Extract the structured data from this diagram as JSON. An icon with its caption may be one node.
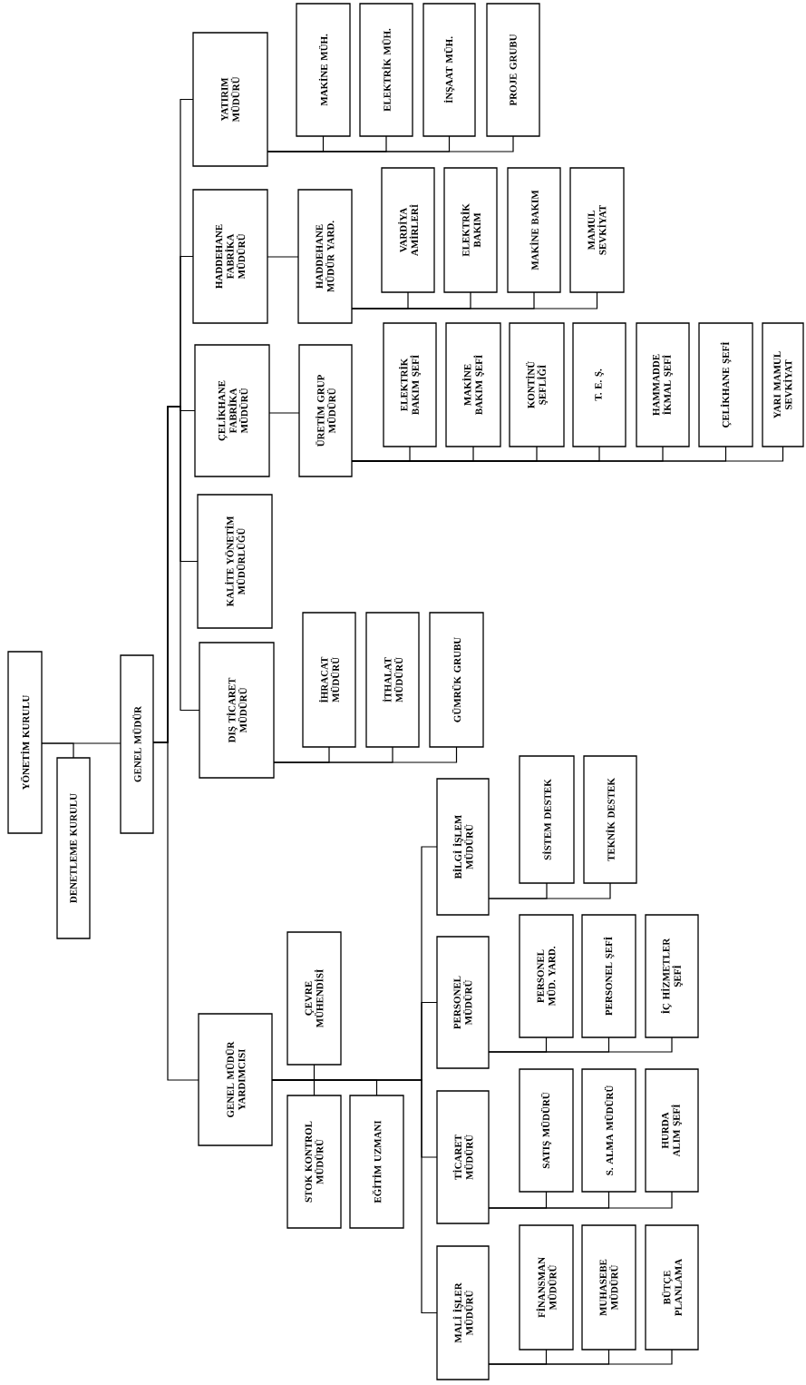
{
  "diagram": {
    "nodes": [
      {
        "text": [
          "YÖNETİM KURULU"
        ]
      },
      {
        "text": [
          "DENETLEME KURULU"
        ]
      },
      {
        "text": [
          "GENEL MÜDÜR"
        ]
      },
      {
        "text": [
          "YATIRIM MÜDÜRÜ"
        ]
      },
      {
        "text": [
          "HADDEHANE FABRİKA MÜDÜRÜ"
        ]
      },
      {
        "text": [
          "ÇELİKHANE FABRİKA MÜDÜRÜ"
        ]
      },
      {
        "text": [
          "KALİTE YÖNETİM MÜDÜRLÜĞÜ"
        ]
      },
      {
        "text": [
          "DIŞ TİCARET MÜDÜRÜ"
        ]
      },
      {
        "text": [
          "İHRACAT MÜDÜRÜ"
        ]
      },
      {
        "text": [
          "İTHALAT MÜDÜRÜ"
        ]
      },
      {
        "text": [
          "GÜMRÜK GRUBU"
        ]
      },
      {
        "text": [
          "ÜRETİM GRUP MÜDÜRÜ"
        ]
      },
      {
        "text": [
          "ELEKTRİK BAKIM ŞEFİ"
        ]
      },
      {
        "text": [
          "MAKİNE BAKIM ŞEFİ"
        ]
      },
      {
        "text": [
          "KONTİNÜ ŞEFLİĞİ"
        ]
      },
      {
        "text": [
          "T. E. Ş."
        ]
      },
      {
        "text": [
          "HAMMADDE İKMAL ŞEFİ"
        ]
      },
      {
        "text": [
          "ÇELİKHANE ŞEFİ"
        ]
      },
      {
        "text": [
          "YARI MAMUL SEVKİYAT"
        ]
      },
      {
        "text": [
          "HADDEHANE MÜDÜR YARD."
        ]
      },
      {
        "text": [
          "VARDİYA AMİRLERİ"
        ]
      },
      {
        "text": [
          "ELEKTRİK BAKIM"
        ]
      },
      {
        "text": [
          "MAKİNE BAKIM"
        ]
      },
      {
        "text": [
          "MAMUL SEVKİYAT"
        ]
      },
      {
        "text": [
          "MAKİNE MÜH."
        ]
      },
      {
        "text": [
          "ELEKTRİK MÜH."
        ]
      },
      {
        "text": [
          "İNŞAAT MÜH."
        ]
      },
      {
        "text": [
          "PROJE GRUBU"
        ]
      },
      {
        "text": [
          "GENEL MÜDÜR YARDIMCISI"
        ]
      },
      {
        "text": [
          "ÇEVRE MÜHENDİSİ"
        ]
      },
      {
        "text": [
          "STOK KONTROL MÜDÜRÜ"
        ]
      },
      {
        "text": [
          "EĞİTİM UZMANI"
        ]
      },
      {
        "text": [
          "BİLGİ İŞLEM MÜDÜRÜ"
        ]
      },
      {
        "text": [
          "PERSONEL MÜDÜRÜ"
        ]
      },
      {
        "text": [
          "TİCARET MÜDÜRÜ"
        ]
      },
      {
        "text": [
          "MALİ İŞLER MÜDÜRÜ"
        ]
      },
      {
        "text": [
          "SİSTEM DESTEK"
        ]
      },
      {
        "text": [
          "TEKNİK DESTEK"
        ]
      },
      {
        "text": [
          "PERSONEL MÜD. YARD."
        ]
      },
      {
        "text": [
          "PERSONEL ŞEFİ"
        ]
      },
      {
        "text": [
          "İÇ HİZMETLER ŞEFİ"
        ]
      },
      {
        "text": [
          "SATIŞ MÜDÜRÜ"
        ]
      },
      {
        "text": [
          "S. ALMA MÜDÜRÜ"
        ]
      },
      {
        "text": [
          "HURDA ALIM ŞEFİ"
        ]
      },
      {
        "text": [
          "FİNANSMAN MÜDÜRÜ"
        ]
      },
      {
        "text": [
          "MUHASEBE MÜDÜRÜ"
        ]
      },
      {
        "text": [
          "BÜTÇE PLANLAMA"
        ]
      }
    ],
    "edges": [
      {
        "from": 0,
        "to": 1,
        "arrow": "none"
      },
      {
        "from": 0,
        "to": 2,
        "arrow": "none"
      },
      {
        "from": 2,
        "to": 3,
        "arrow": "none"
      },
      {
        "from": 2,
        "to": 4,
        "arrow": "none"
      },
      {
        "from": 2,
        "to": 5,
        "arrow": "none"
      },
      {
        "from": 2,
        "to": 6,
        "arrow": "none"
      },
      {
        "from": 2,
        "to": 7,
        "arrow": "none"
      },
      {
        "from": 2,
        "to": 28,
        "arrow": "none"
      },
      {
        "from": 7,
        "to": 8,
        "arrow": "none"
      },
      {
        "from": 7,
        "to": 9,
        "arrow": "none"
      },
      {
        "from": 7,
        "to": 10,
        "arrow": "none"
      },
      {
        "from": 5,
        "to": 11,
        "arrow": "none"
      },
      {
        "from": 11,
        "to": 12,
        "arrow": "none"
      },
      {
        "from": 11,
        "to": 13,
        "arrow": "none"
      },
      {
        "from": 11,
        "to": 14,
        "arrow": "none"
      },
      {
        "from": 11,
        "to": 15,
        "arrow": "none"
      },
      {
        "from": 11,
        "to": 16,
        "arrow": "none"
      },
      {
        "from": 11,
        "to": 17,
        "arrow": "none"
      },
      {
        "from": 11,
        "to": 18,
        "arrow": "none"
      },
      {
        "from": 4,
        "to": 19,
        "arrow": "none"
      },
      {
        "from": 19,
        "to": 20,
        "arrow": "none"
      },
      {
        "from": 19,
        "to": 21,
        "arrow": "none"
      },
      {
        "from": 19,
        "to": 22,
        "arrow": "none"
      },
      {
        "from": 19,
        "to": 23,
        "arrow": "none"
      },
      {
        "from": 3,
        "to": 24,
        "arrow": "none"
      },
      {
        "from": 3,
        "to": 25,
        "arrow": "none"
      },
      {
        "from": 3,
        "to": 26,
        "arrow": "none"
      },
      {
        "from": 3,
        "to": 27,
        "arrow": "none"
      },
      {
        "from": 28,
        "to": 29,
        "arrow": "none"
      },
      {
        "from": 28,
        "to": 30,
        "arrow": "none"
      },
      {
        "from": 28,
        "to": 31,
        "arrow": "none"
      },
      {
        "from": 28,
        "to": 32,
        "arrow": "none"
      },
      {
        "from": 28,
        "to": 33,
        "arrow": "none"
      },
      {
        "from": 28,
        "to": 34,
        "arrow": "none"
      },
      {
        "from": 28,
        "to": 35,
        "arrow": "none"
      },
      {
        "from": 32,
        "to": 36,
        "arrow": "none"
      },
      {
        "from": 32,
        "to": 37,
        "arrow": "none"
      },
      {
        "from": 33,
        "to": 38,
        "arrow": "none"
      },
      {
        "from": 33,
        "to": 39,
        "arrow": "none"
      },
      {
        "from": 33,
        "to": 40,
        "arrow": "none"
      },
      {
        "from": 34,
        "to": 41,
        "arrow": "none"
      },
      {
        "from": 34,
        "to": 42,
        "arrow": "none"
      },
      {
        "from": 34,
        "to": 43,
        "arrow": "none"
      },
      {
        "from": 35,
        "to": 44,
        "arrow": "none"
      },
      {
        "from": 35,
        "to": 45,
        "arrow": "none"
      },
      {
        "from": 35,
        "to": 46,
        "arrow": "none"
      }
    ]
  }
}
